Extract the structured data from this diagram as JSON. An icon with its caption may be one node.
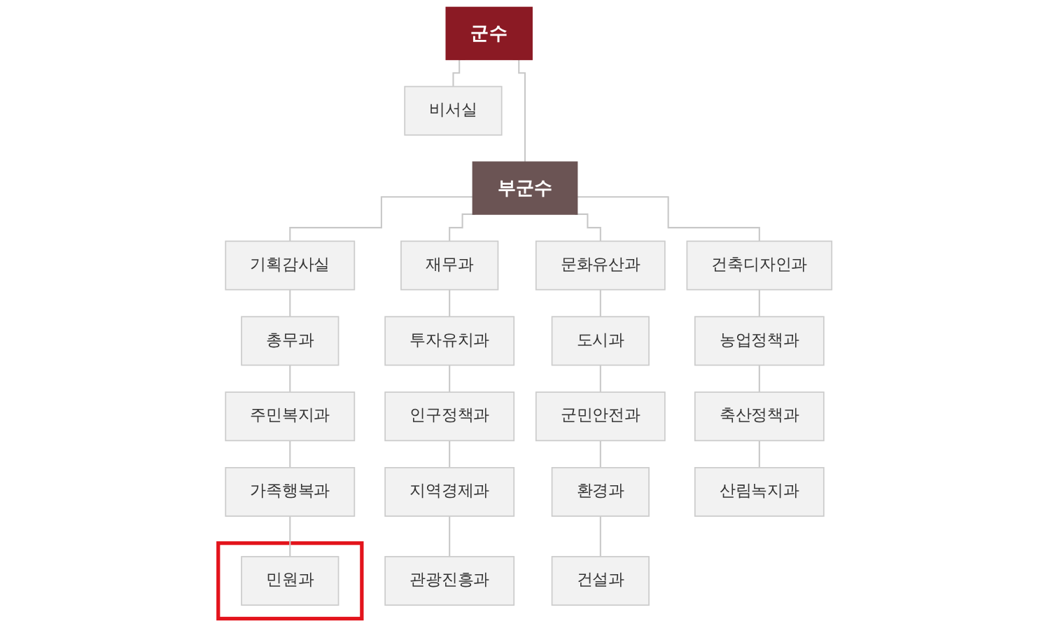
{
  "diagram": {
    "nodes": [
      {
        "text": [
          "군수"
        ]
      },
      {
        "text": [
          "비서실"
        ]
      },
      {
        "text": [
          "부군수"
        ]
      },
      {
        "text": [
          "기획감사실"
        ]
      },
      {
        "text": [
          "총무과"
        ]
      },
      {
        "text": [
          "주민복지과"
        ]
      },
      {
        "text": [
          "가족행복과"
        ]
      },
      {
        "text": [],
        "shape": "box"
      },
      {
        "text": [
          "민원과"
        ],
        "in": 7
      },
      {
        "text": [
          "재무과"
        ]
      },
      {
        "text": [
          "투자유치과"
        ]
      },
      {
        "text": [
          "인구정책과"
        ]
      },
      {
        "text": [
          "지역경제과"
        ]
      },
      {
        "text": [
          "관광진흥과"
        ]
      },
      {
        "text": [
          "문화유산과"
        ]
      },
      {
        "text": [
          "도시과"
        ]
      },
      {
        "text": [
          "군민안전과"
        ]
      },
      {
        "text": [
          "환경과"
        ]
      },
      {
        "text": [
          "건설과"
        ]
      },
      {
        "text": [
          "건축디자인과"
        ]
      },
      {
        "text": [
          "농업정책과"
        ]
      },
      {
        "text": [
          "축산정책과"
        ]
      },
      {
        "text": [
          "산림녹지과"
        ]
      }
    ],
    "edges": [
      {
        "from": 0,
        "to": 2,
        "arrow": "none"
      },
      {
        "from": 0,
        "to": 1,
        "arrow": "none"
      },
      {
        "from": 2,
        "to": 3,
        "arrow": "none"
      },
      {
        "from": 3,
        "to": 4,
        "arrow": "none"
      },
      {
        "from": 4,
        "to": 5,
        "arrow": "none"
      },
      {
        "from": 5,
        "to": 6,
        "arrow": "none"
      },
      {
        "from": 6,
        "to": 8,
        "arrow": "none"
      },
      {
        "from": 2,
        "to": 9,
        "arrow": "none"
      },
      {
        "from": 9,
        "to": 10,
        "arrow": "none"
      },
      {
        "from": 10,
        "to": 11,
        "arrow": "none"
      },
      {
        "from": 11,
        "to": 12,
        "arrow": "none"
      },
      {
        "from": 12,
        "to": 13,
        "arrow": "none"
      },
      {
        "from": 2,
        "to": 14,
        "arrow": "none"
      },
      {
        "from": 14,
        "to": 15,
        "arrow": "none"
      },
      {
        "from": 15,
        "to": 16,
        "arrow": "none"
      },
      {
        "from": 16,
        "to": 17,
        "arrow": "none"
      },
      {
        "from": 17,
        "to": 18,
        "arrow": "none"
      },
      {
        "from": 2,
        "to": 19,
        "arrow": "none"
      },
      {
        "from": 19,
        "to": 20,
        "arrow": "none"
      },
      {
        "from": 20,
        "to": 21,
        "arrow": "none"
      },
      {
        "from": 21,
        "to": 22,
        "arrow": "none"
      }
    ]
  }
}
